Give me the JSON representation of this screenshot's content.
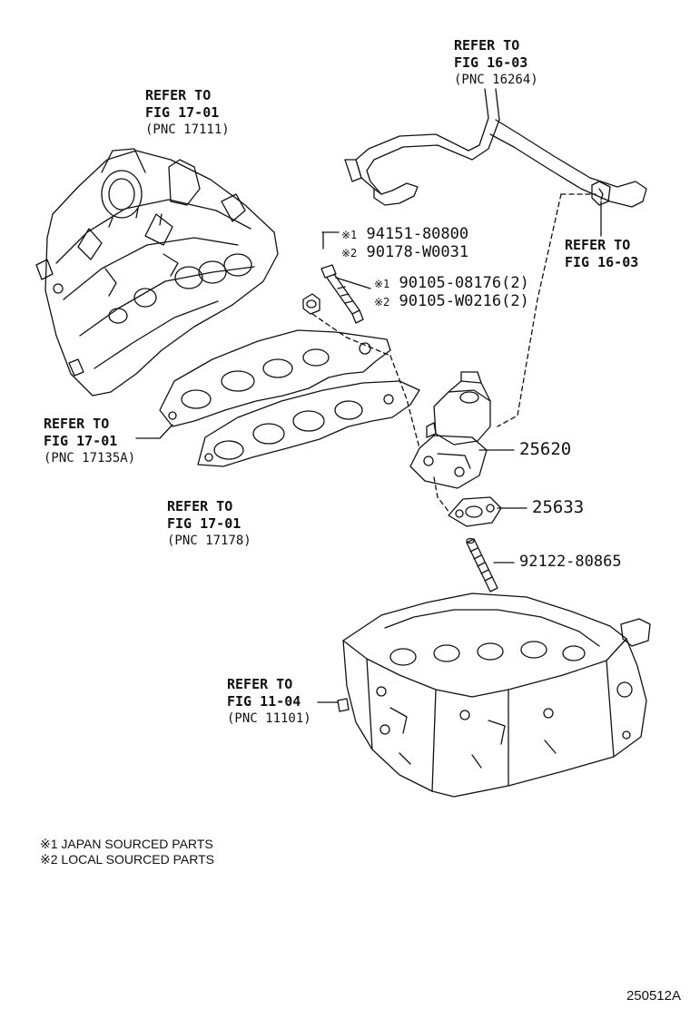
{
  "references": {
    "fig16_hose": {
      "line1": "REFER TO",
      "line2": "FIG 16-03",
      "line3": "(PNC 16264)"
    },
    "fig17_manifold": {
      "line1": "REFER TO",
      "line2": "FIG 17-01",
      "line3": "(PNC 17111)"
    },
    "fig16_clamp": {
      "line1": "REFER TO",
      "line2": "FIG 16-03"
    },
    "fig17_gasket_a": {
      "line1": "REFER TO",
      "line2": "FIG 17-01",
      "line3": "(PNC 17135A)"
    },
    "fig17_gasket_b": {
      "line1": "REFER TO",
      "line2": "FIG 17-01",
      "line3": "(PNC 17178)"
    },
    "fig11_head": {
      "line1": "REFER TO",
      "line2": "FIG 11-04",
      "line3": "(PNC 11101)"
    }
  },
  "parts": {
    "nut_1": {
      "mark": "※1",
      "number": "94151-80800"
    },
    "nut_2": {
      "mark": "※2",
      "number": "90178-W0031"
    },
    "bolt_1": {
      "mark": "※1",
      "number": "90105-08176(2)"
    },
    "bolt_2": {
      "mark": "※2",
      "number": "90105-W0216(2)"
    },
    "valve": {
      "number": "25620"
    },
    "gasket": {
      "number": "25633"
    },
    "stud": {
      "number": "92122-80865"
    }
  },
  "notes": {
    "note1": "※1 JAPAN SOURCED PARTS",
    "note2": "※2 LOCAL SOURCED PARTS"
  },
  "diagram_code": "250512A"
}
